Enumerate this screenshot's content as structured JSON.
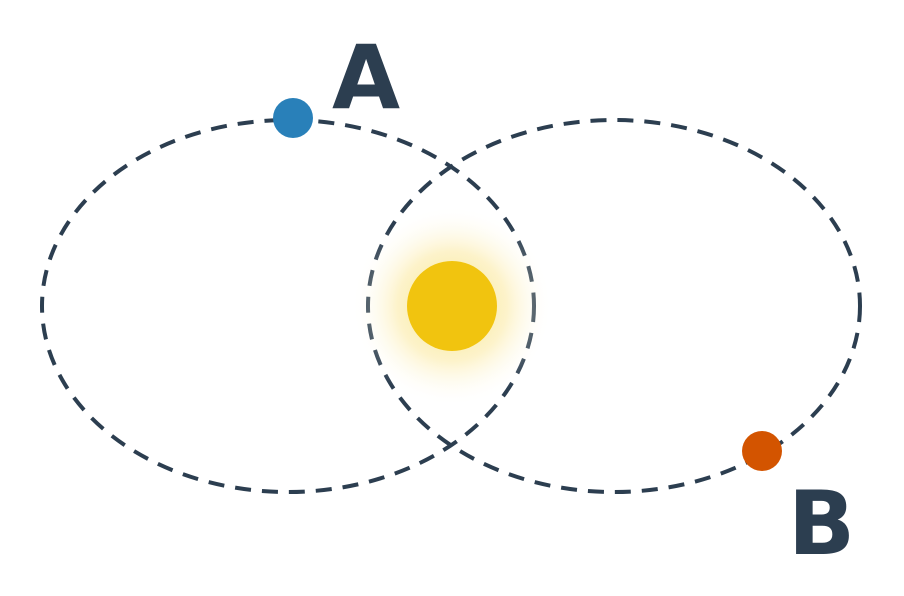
{
  "colors": {
    "background": "#ffffff",
    "orbit": "#2c3e50",
    "sun": "#f1c40f",
    "sun_glow": "#f9e27a",
    "planet_a": "#2980b9",
    "planet_b": "#d35400",
    "label": "#2c3e50"
  },
  "planets": [
    {
      "label": "A",
      "color_key": "planet_a"
    },
    {
      "label": "B",
      "color_key": "planet_b"
    }
  ]
}
